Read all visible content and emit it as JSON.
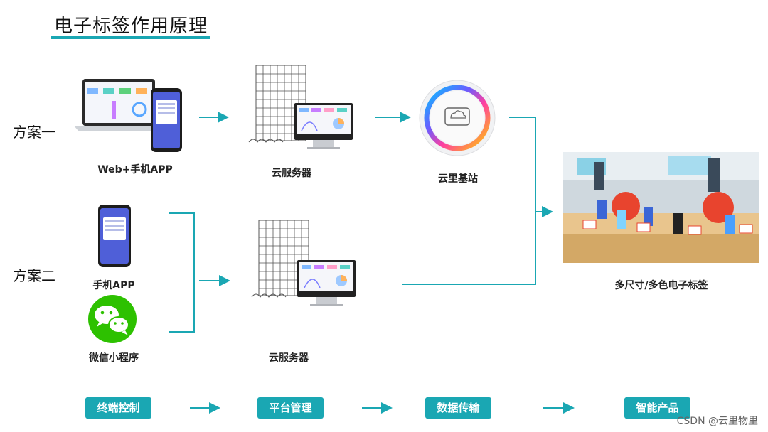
{
  "title": "电子标签作用原理",
  "schemes": [
    "方案一",
    "方案二"
  ],
  "captions": {
    "web_app": "Web+手机APP",
    "server1": "云服务器",
    "base_station": "云里基站",
    "phone_app": "手机APP",
    "wechat": "微信小程序",
    "server2": "云服务器",
    "labels": "多尺寸/多色电子标签"
  },
  "steps": [
    "终端控制",
    "平台管理",
    "数据传输",
    "智能产品"
  ],
  "watermark": "CSDN @云里物里",
  "colors": {
    "accent": "#1aa7b3",
    "wechat": "#2dc100"
  }
}
